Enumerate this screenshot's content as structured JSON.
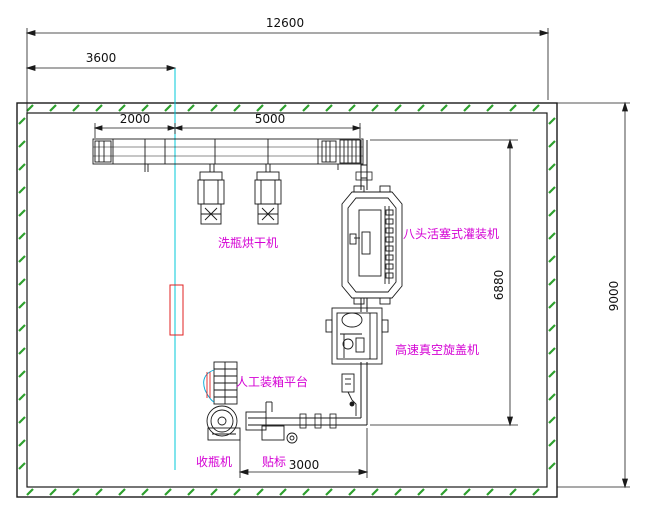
{
  "dimensions": {
    "total_width": "12600",
    "left_offset": "3600",
    "washer_section": "2000",
    "washer_length": "5000",
    "filler_run": "6880",
    "total_height": "9000",
    "bottom_run": "3000"
  },
  "machines": {
    "washer_dryer": "洗瓶烘干机",
    "filler": "八头活塞式灌装机",
    "capper": "高速真空旋盖机",
    "packing_table": "人工装箱平台",
    "unscrambler": "收瓶机",
    "labeler": "贴标"
  },
  "colors": {
    "line": "#1a1a1a",
    "dimension": "#111111",
    "label": "#d400d4",
    "hatch": "#2ea02e",
    "axis": "#00c8d8",
    "marker": "#e02020"
  }
}
